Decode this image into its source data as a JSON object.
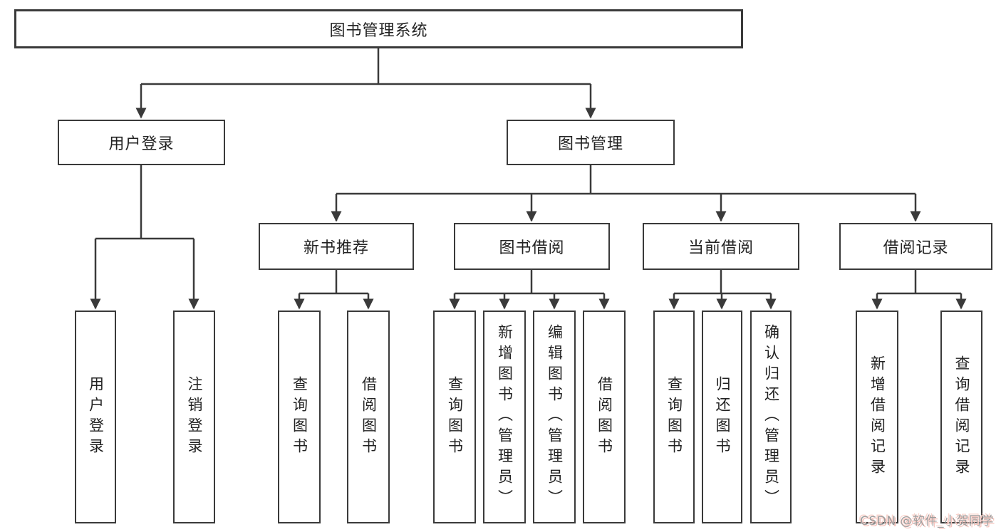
{
  "diagram": {
    "title_node": "图书管理系统",
    "tree": {
      "root": {
        "label": "图书管理系统",
        "children": [
          {
            "label": "用户登录",
            "children": [
              {
                "label": "用户登录"
              },
              {
                "label": "注销登录"
              }
            ]
          },
          {
            "label": "图书管理",
            "children": [
              {
                "label": "新书推荐",
                "children": [
                  {
                    "label": "查询图书"
                  },
                  {
                    "label": "借阅图书"
                  }
                ]
              },
              {
                "label": "图书借阅",
                "children": [
                  {
                    "label": "查询图书"
                  },
                  {
                    "label": "新增图书（管理员）"
                  },
                  {
                    "label": "编辑图书（管理员）"
                  },
                  {
                    "label": "借阅图书"
                  }
                ]
              },
              {
                "label": "当前借阅",
                "children": [
                  {
                    "label": "查询图书"
                  },
                  {
                    "label": "归还图书"
                  },
                  {
                    "label": "确认归还（管理员）"
                  }
                ]
              },
              {
                "label": "借阅记录",
                "children": [
                  {
                    "label": "新增借阅记录"
                  },
                  {
                    "label": "查询借阅记录"
                  }
                ]
              }
            ]
          }
        ]
      }
    },
    "colors": {
      "line": "#3a3a3a",
      "box_border": "#3a3a3a",
      "box_fill": "#ffffff",
      "text": "#222222",
      "watermark_text": "#9d9d9d",
      "watermark_accent": "#f6c6bf"
    }
  },
  "watermark": {
    "text": "CSDN @软件_小贺同学"
  }
}
